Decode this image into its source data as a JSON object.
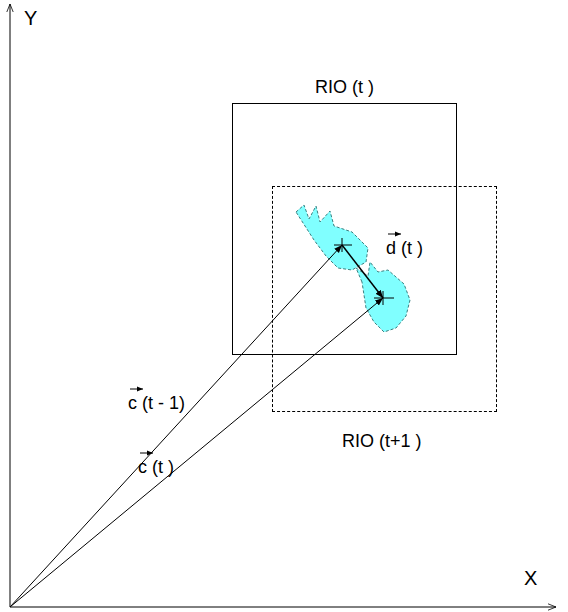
{
  "diagram": {
    "nodes": [
      {
        "text": [
          "RIO (t )"
        ]
      },
      {
        "text": [
          "RIO (t+1 )"
        ]
      }
    ],
    "labels": [
      "Y",
      "X",
      "c (t - 1)",
      "c (t )",
      "d (t )"
    ]
  }
}
